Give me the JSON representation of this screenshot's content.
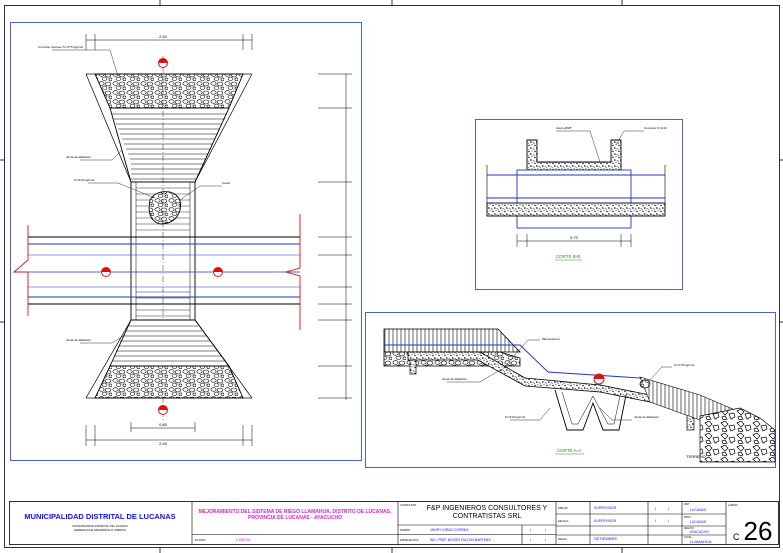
{
  "title_block": {
    "entity": "MUNICIPALIDAD DISTRITAL DE LUCANAS",
    "entity_sub_1": "MUNICIPALIDAD DISTRITAL DE LUCANAS",
    "entity_sub_2": "GERENCIA DE DESARROLLO URBANO",
    "project": "MEJORAMIENTO DEL SISTEMA DE RIEGO LLAMAHUA, DISTRITO DE LUCANAS, PROVINCIA DE LUCANAS - AYACUCHO",
    "plan_label": "PLANO:",
    "plan_name": "CANOA",
    "consultant_label": "CONSULTOR:",
    "consultant": "F&P INGENIEROS CONSULTORES Y CONTRATISTAS SRL",
    "designer_label": "DISEÑO:",
    "designer": "JHURY GIRAO CORREA",
    "specialist_label": "ESPECIALISTA:",
    "specialist": "ING. PROF. MOISES FALCON MARTINEZ",
    "drawn_label": "DIBUJO:",
    "drawn": "SUPERVISOR",
    "scale_label": "ESCALA:",
    "scale": "SUPERVISOR",
    "date_label": "FECHA:",
    "date": "SETIEMBRE",
    "lamina_label": "LÁMINA",
    "district_label": "DIST.",
    "district": "LUCANAS",
    "province_label": "PROV.",
    "province": "LUCANAS",
    "region_label": "REGIÓN",
    "region": "AYACUCHO",
    "location_label": "LOCAL.",
    "location": "LLAMAHUA",
    "sheet_code": "C",
    "sheet_number": "26"
  },
  "plan_view": {
    "label_top_left": "Concreto ciclópeo f'c=175 kg/cm2",
    "label_left_1": "Junta de dilatación",
    "label_left_2": "f'c=210 kg/cm2",
    "label_left_3": "Junta de dilatación",
    "label_center": "Canal",
    "dim_top": "2.40",
    "dim_bottom": "0.80",
    "dim_bottom_2": "2.40"
  },
  "section_b": {
    "title": "CORTE B-B",
    "label_left": "Acero Ø3/8\"",
    "label_right": "Concreto f'c=210",
    "dim": "0.70"
  },
  "section_a": {
    "title": "CORTE A-A",
    "label_1": "Mampostería",
    "label_2": "Junta de dilatación",
    "label_3": "f'c=210 kg/cm2",
    "label_4": "Junta de dilatación",
    "label_5": "f'c=175 kg/cm2",
    "label_ground": "TERRENO"
  },
  "colors": {
    "frame": "#000000",
    "view_border": "#1f3fbf",
    "pipe_blue": "#2233cc",
    "magenta_text": "#e020e0",
    "title_blue": "#1010ff",
    "marker_red": "#dd1111",
    "dim_green": "#2a8a2a"
  }
}
